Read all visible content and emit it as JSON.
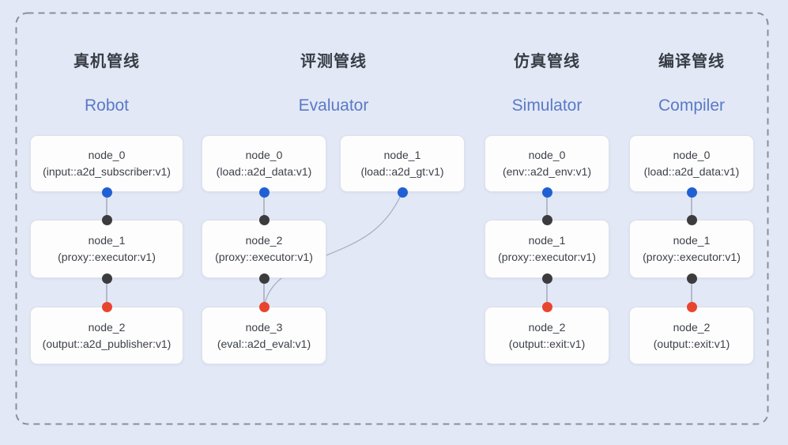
{
  "pipelines": [
    {
      "title_zh": "真机管线",
      "title_en": "Robot",
      "nodes": [
        {
          "name": "node_0",
          "type": "(input::a2d_subscriber:v1)"
        },
        {
          "name": "node_1",
          "type": "(proxy::executor:v1)"
        },
        {
          "name": "node_2",
          "type": "(output::a2d_publisher:v1)"
        }
      ]
    },
    {
      "title_zh": "评测管线",
      "title_en": "Evaluator",
      "nodes": [
        {
          "name": "node_0",
          "type": "(load::a2d_data:v1)"
        },
        {
          "name": "node_1",
          "type": "(load::a2d_gt:v1)"
        },
        {
          "name": "node_2",
          "type": "(proxy::executor:v1)"
        },
        {
          "name": "node_3",
          "type": "(eval::a2d_eval:v1)"
        }
      ]
    },
    {
      "title_zh": "仿真管线",
      "title_en": "Simulator",
      "nodes": [
        {
          "name": "node_0",
          "type": "(env::a2d_env:v1)"
        },
        {
          "name": "node_1",
          "type": "(proxy::executor:v1)"
        },
        {
          "name": "node_2",
          "type": "(output::exit:v1)"
        }
      ]
    },
    {
      "title_zh": "编译管线",
      "title_en": "Compiler",
      "nodes": [
        {
          "name": "node_0",
          "type": "(load::a2d_data:v1)"
        },
        {
          "name": "node_1",
          "type": "(proxy::executor:v1)"
        },
        {
          "name": "node_2",
          "type": "(output::exit:v1)"
        }
      ]
    }
  ],
  "colors": {
    "background": "#e3e8f7",
    "dashed_border": "#8a8f99",
    "node_background": "#fdfdfe",
    "node_border": "#dde1e9",
    "node_text": "#3d4147",
    "title_zh": "#383d44",
    "title_en": "#5a7ac5",
    "port_input_blue": "#2160d4",
    "port_mid_dark": "#3c3c3e",
    "port_output_red": "#e8452f",
    "connector_line": "#98a0ae"
  }
}
